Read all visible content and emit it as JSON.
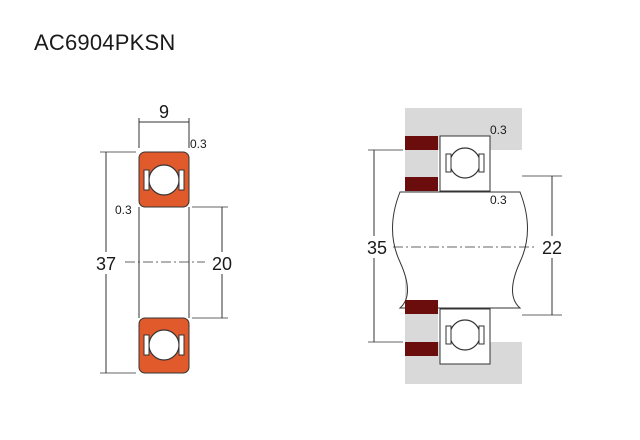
{
  "title": "AC6904PKSN",
  "colors": {
    "ring": "#e05a2b",
    "seal": "#6b0d0d",
    "housing": "#d9d9d9",
    "line": "#333333"
  },
  "left_view": {
    "width_label": "9",
    "chamfer_top": "0.3",
    "chamfer_side": "0.3",
    "outer_diameter": "37",
    "inner_diameter": "20"
  },
  "right_view": {
    "chamfer_top": "0.3",
    "chamfer_inner": "0.3",
    "housing_diameter": "35",
    "shaft_diameter": "22"
  }
}
